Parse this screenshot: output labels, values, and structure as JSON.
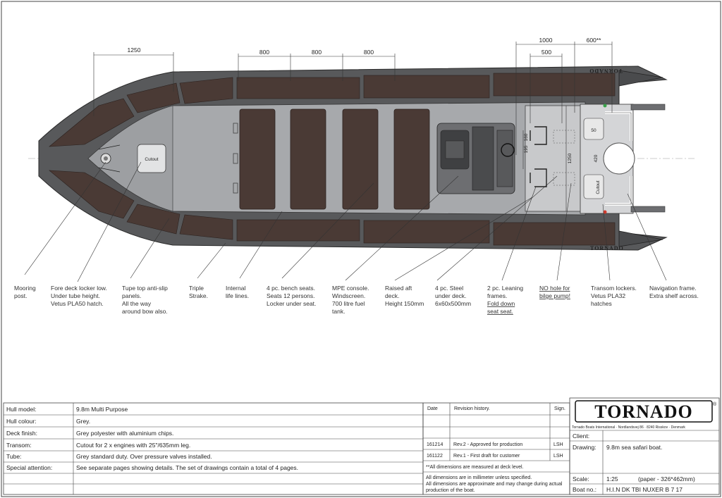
{
  "dimensions": {
    "d1250_top": "1250",
    "d800_a": "800",
    "d800_b": "800",
    "d800_c": "800",
    "d1000": "1000",
    "d600": "600**",
    "d500": "500",
    "d195": "195",
    "d160": "160",
    "d1250_side": "1250",
    "d420": "420",
    "d50": "50"
  },
  "plan_labels": {
    "cutout_fore": "Cutout",
    "cutout_aft": "Cutout",
    "tube_brand_top": "TORNADO",
    "tube_brand_bottom": "TORNADO"
  },
  "callouts": [
    {
      "lines": [
        "Mooring",
        "post."
      ]
    },
    {
      "lines": [
        "Fore deck locker low.",
        "Under tube height.",
        "Vetus PLA50 hatch."
      ]
    },
    {
      "lines": [
        "Tupe top anti-slip",
        "panels.",
        "All the way",
        "around bow also."
      ]
    },
    {
      "lines": [
        "Triple",
        "Strake."
      ]
    },
    {
      "lines": [
        "Internal",
        "life lines."
      ]
    },
    {
      "lines": [
        "4 pc. bench seats.",
        "Seats 12 persons.",
        "Locker under seat."
      ]
    },
    {
      "lines": [
        "MPE console.",
        "Windscreen.",
        "700 litre fuel",
        "tank."
      ]
    },
    {
      "lines": [
        "Raised aft",
        "deck.",
        "Height 150mm"
      ]
    },
    {
      "lines": [
        "4 pc. Steel",
        "under deck.",
        "6x60x500mm"
      ]
    },
    {
      "lines": [
        "2 pc. Leaning",
        "frames.",
        "Fold down",
        "seat seat."
      ]
    },
    {
      "lines": [
        "NO hole for",
        "bilge pump!"
      ]
    },
    {
      "lines": [
        "Transom lockers.",
        "Vetus PLA32",
        "hatches"
      ]
    },
    {
      "lines": [
        "Navigation frame.",
        "Extra shelf across."
      ]
    }
  ],
  "specs": [
    {
      "label": "Hull model:",
      "value": "9.8m Multi Purpose"
    },
    {
      "label": "Hull colour:",
      "value": "Grey."
    },
    {
      "label": "Deck finish:",
      "value": "Grey polyester with aluminium chips."
    },
    {
      "label": "Transom:",
      "value": "Cutout for 2 x engines with 25\"/635mm leg."
    },
    {
      "label": "Tube:",
      "value": "Grey standard duty. Over pressure valves installed."
    },
    {
      "label": "Special attention:",
      "value": "See separate pages showing details. The set of drawings contain a total of 4 pages."
    }
  ],
  "revision": {
    "col_date": "Date",
    "col_history": "Revision history.",
    "col_sign": "Sign.",
    "rows": [
      {
        "date": "161214",
        "text": "Rev.2 - Approved for production",
        "sign": "LSH"
      },
      {
        "date": "161122",
        "text": "Rev.1 - First draft for customer",
        "sign": "LSH"
      }
    ],
    "note1": "**All dimensions are measured at deck level.",
    "note2": "All dimensions are in millimeter unless specified.",
    "note3": "All dimensions are approximate and may change during actual",
    "note4": "production of the boat."
  },
  "titleblock": {
    "logo": "TORNADO",
    "logo_mark": "®",
    "company": "Tornado Boats International · Nordlandsvej 86 · 8240 Risskov · Denmark",
    "client_label": "Client:",
    "client_value": "",
    "drawing_label": "Drawing:",
    "drawing_value": "9.8m sea safari boat.",
    "scale_label": "Scale:",
    "scale_value": "1:25",
    "paper_value": "(paper - 326*462mm)",
    "boatno_label": "Boat no.:",
    "boatno_value": "H.I.N DK TBI NUXER B 7 17"
  },
  "colors": {
    "tube": "#58595b",
    "tube_dark": "#3f4042",
    "seat": "#4a3a35",
    "deck": "#a7a9ac",
    "aft_deck": "#c8c9cb",
    "line": "#333333"
  }
}
